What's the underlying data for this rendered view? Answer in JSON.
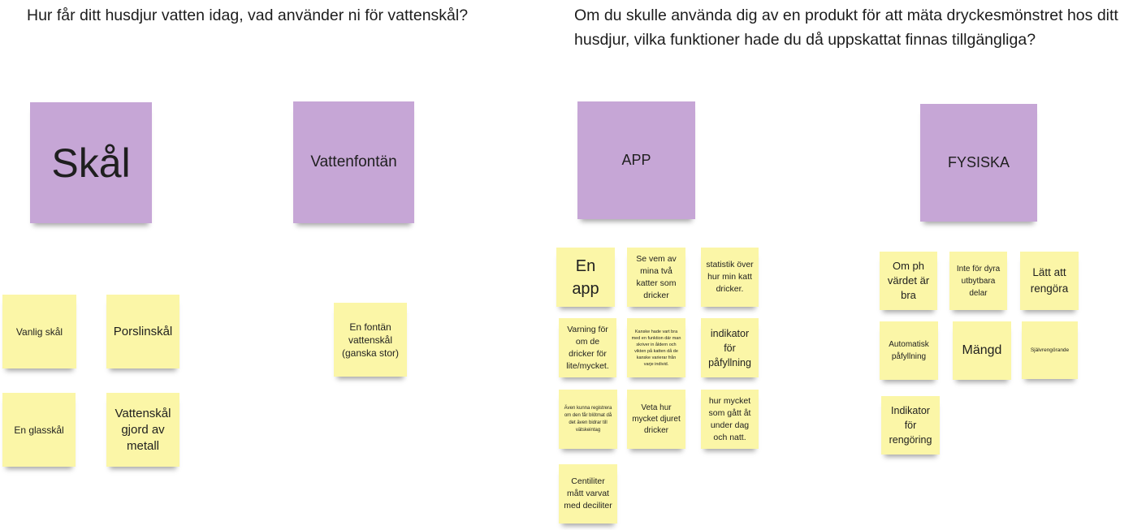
{
  "colors": {
    "header_note": "#c6a6d6",
    "idea_note": "#fbf6a7",
    "background": "#ffffff"
  },
  "questions": {
    "q1": "Hur får ditt husdjur vatten idag, vad använder ni för vattenskål?",
    "q2": "Om du skulle använda dig av en produkt för att mäta dryckesmönstret hos ditt husdjur, vilka funktioner hade du då uppskattat finnas tillgängliga?"
  },
  "headers": {
    "skal": "Skål",
    "vattenfontan": "Vattenfontän",
    "app": "APP",
    "fysiska": "FYSISKA"
  },
  "notes": {
    "vanlig_skal": "Vanlig skål",
    "porslinskal": "Porslinskål",
    "en_glasskal": "En glasskål",
    "vattenskal_metall": "Vattenskål gjord av metall",
    "fontan_stor": "En fontän vattenskål (ganska stor)",
    "en_app": "En app",
    "se_vem": "Se vem av mina två katter som dricker",
    "statistik": "statistik över hur min katt dricker.",
    "varning": "Varning för om de dricker för lite/mycket.",
    "kanske": "Kanske hade vart bra med en funktion där man skriver in åldern och vikten på katten då de kanske varierar från varje individ.",
    "indikator_pafyllning": "indikator för påfyllning",
    "aven_kunna": "Även kunna registrera om den får blötmat då det även bidrar till vätskeintag",
    "veta_hur": "Veta hur mycket djuret dricker",
    "hur_mycket": "hur mycket som gått åt under dag och natt.",
    "centiliter": "Centiliter mått varvat med deciliter",
    "om_ph": "Om ph värdet är bra",
    "inte_dyra": "Inte för dyra utbytbara delar",
    "latt_rengora": "Lätt att rengöra",
    "automatisk": "Automatisk påfyllning",
    "mangd": "Mängd",
    "sjalvrengorande": "Självrengörande",
    "indikator_rengoring": "Indikator för rengöring"
  }
}
